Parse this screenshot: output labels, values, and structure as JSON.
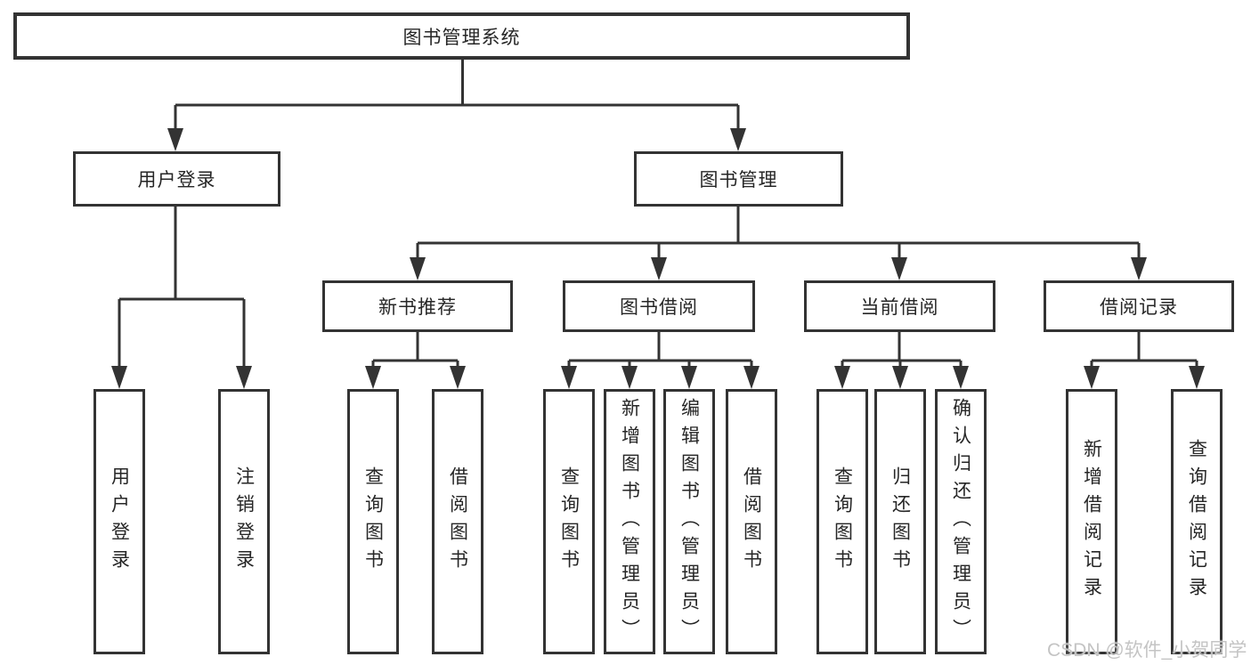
{
  "tree": {
    "label": "图书管理系统",
    "children": [
      {
        "label": "用户登录",
        "children": [
          {
            "label": "用户登录"
          },
          {
            "label": "注销登录"
          }
        ]
      },
      {
        "label": "图书管理",
        "children": [
          {
            "label": "新书推荐",
            "children": [
              {
                "label": "查询图书"
              },
              {
                "label": "借阅图书"
              }
            ]
          },
          {
            "label": "图书借阅",
            "children": [
              {
                "label": "查询图书"
              },
              {
                "label": "新增图书（管理员）"
              },
              {
                "label": "编辑图书（管理员）"
              },
              {
                "label": "借阅图书"
              }
            ]
          },
          {
            "label": "当前借阅",
            "children": [
              {
                "label": "查询图书"
              },
              {
                "label": "归还图书"
              },
              {
                "label": "确认归还（管理员）"
              }
            ]
          },
          {
            "label": "借阅记录",
            "children": [
              {
                "label": "新增借阅记录"
              },
              {
                "label": "查询借阅记录"
              }
            ]
          }
        ]
      }
    ]
  },
  "watermark": {
    "text": "CSDN @软件_小贺同学"
  },
  "colors": {
    "line": "#333333",
    "box_border": "#333333",
    "text": "#262626",
    "background": "#ffffff",
    "watermark": "#c4c4c4"
  }
}
